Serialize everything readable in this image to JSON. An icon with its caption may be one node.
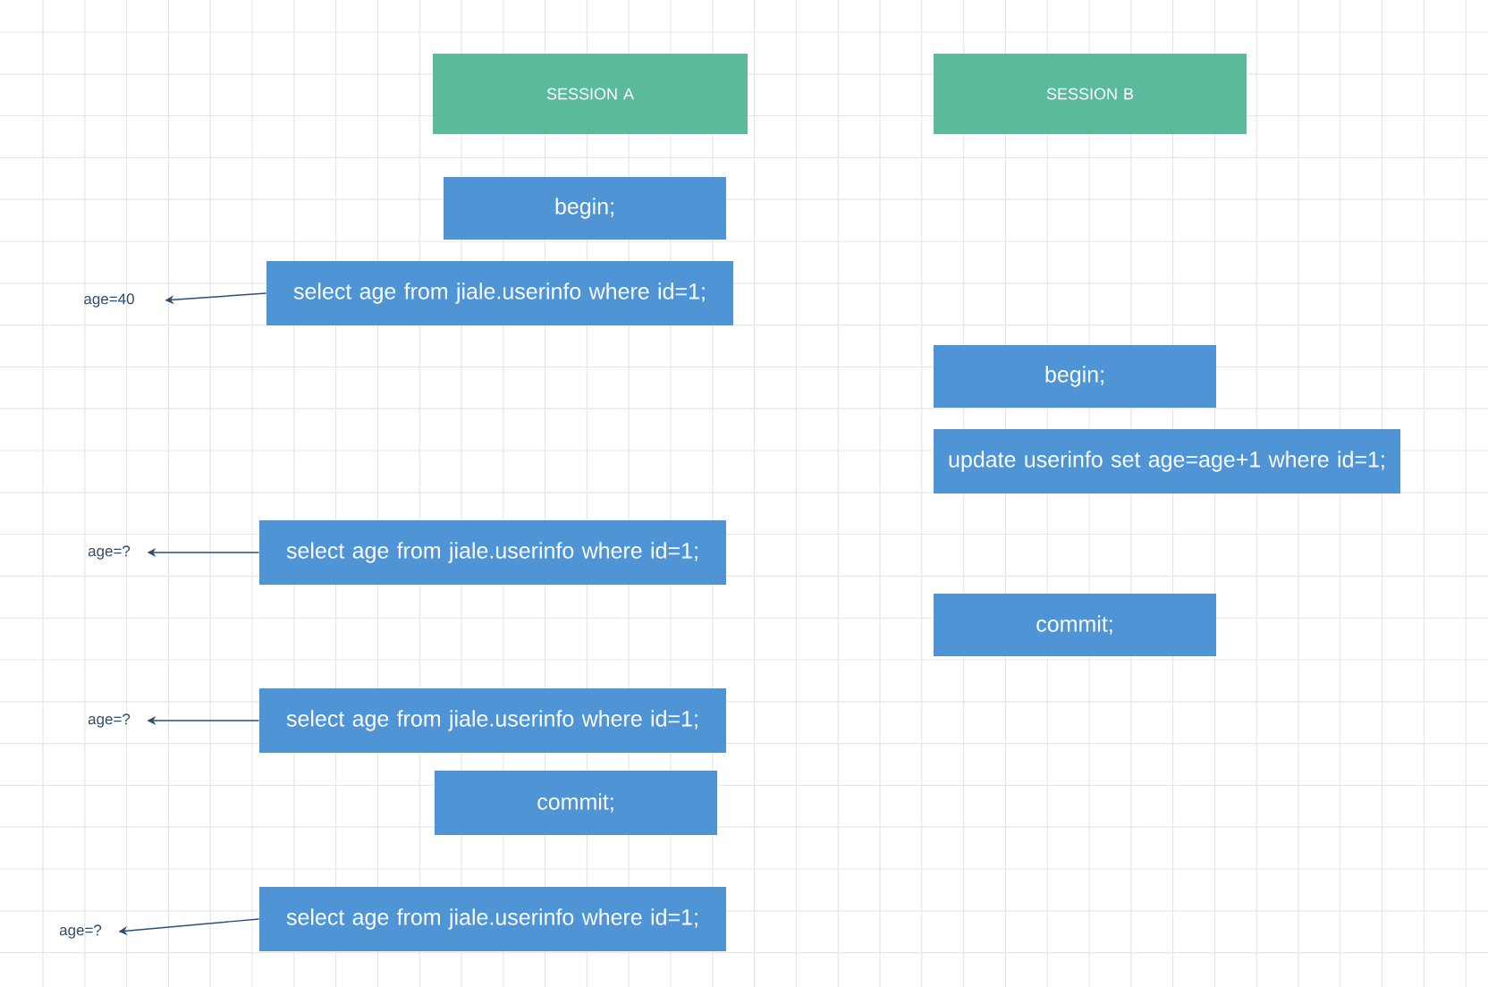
{
  "diagram": {
    "nodes": [
      {
        "text": [
          "SESSION A"
        ]
      },
      {
        "text": [
          "SESSION B"
        ]
      },
      {
        "text": [
          "begin;"
        ]
      },
      {
        "text": [
          "select age from jiale.userinfo where id=1;"
        ]
      },
      {
        "text": [
          "age=40"
        ]
      },
      {
        "text": [
          "begin;"
        ]
      },
      {
        "text": [
          "update userinfo set age=age+1 where id=1;"
        ]
      },
      {
        "text": [
          "select age from jiale.userinfo where id=1;"
        ]
      },
      {
        "text": [
          "age=?"
        ]
      },
      {
        "text": [
          "commit;"
        ]
      },
      {
        "text": [
          "select age from jiale.userinfo where id=1;"
        ]
      },
      {
        "text": [
          "age=?"
        ]
      },
      {
        "text": [
          "commit;"
        ]
      },
      {
        "text": [
          "select age from jiale.userinfo where id=1;"
        ]
      },
      {
        "text": [
          "age=?"
        ]
      }
    ],
    "edges": [
      {
        "from": 3,
        "to": 4,
        "arrow": "to"
      },
      {
        "from": 7,
        "to": 8,
        "arrow": "to"
      },
      {
        "from": 10,
        "to": 11,
        "arrow": "to"
      },
      {
        "from": 13,
        "to": 14,
        "arrow": "to"
      }
    ]
  }
}
